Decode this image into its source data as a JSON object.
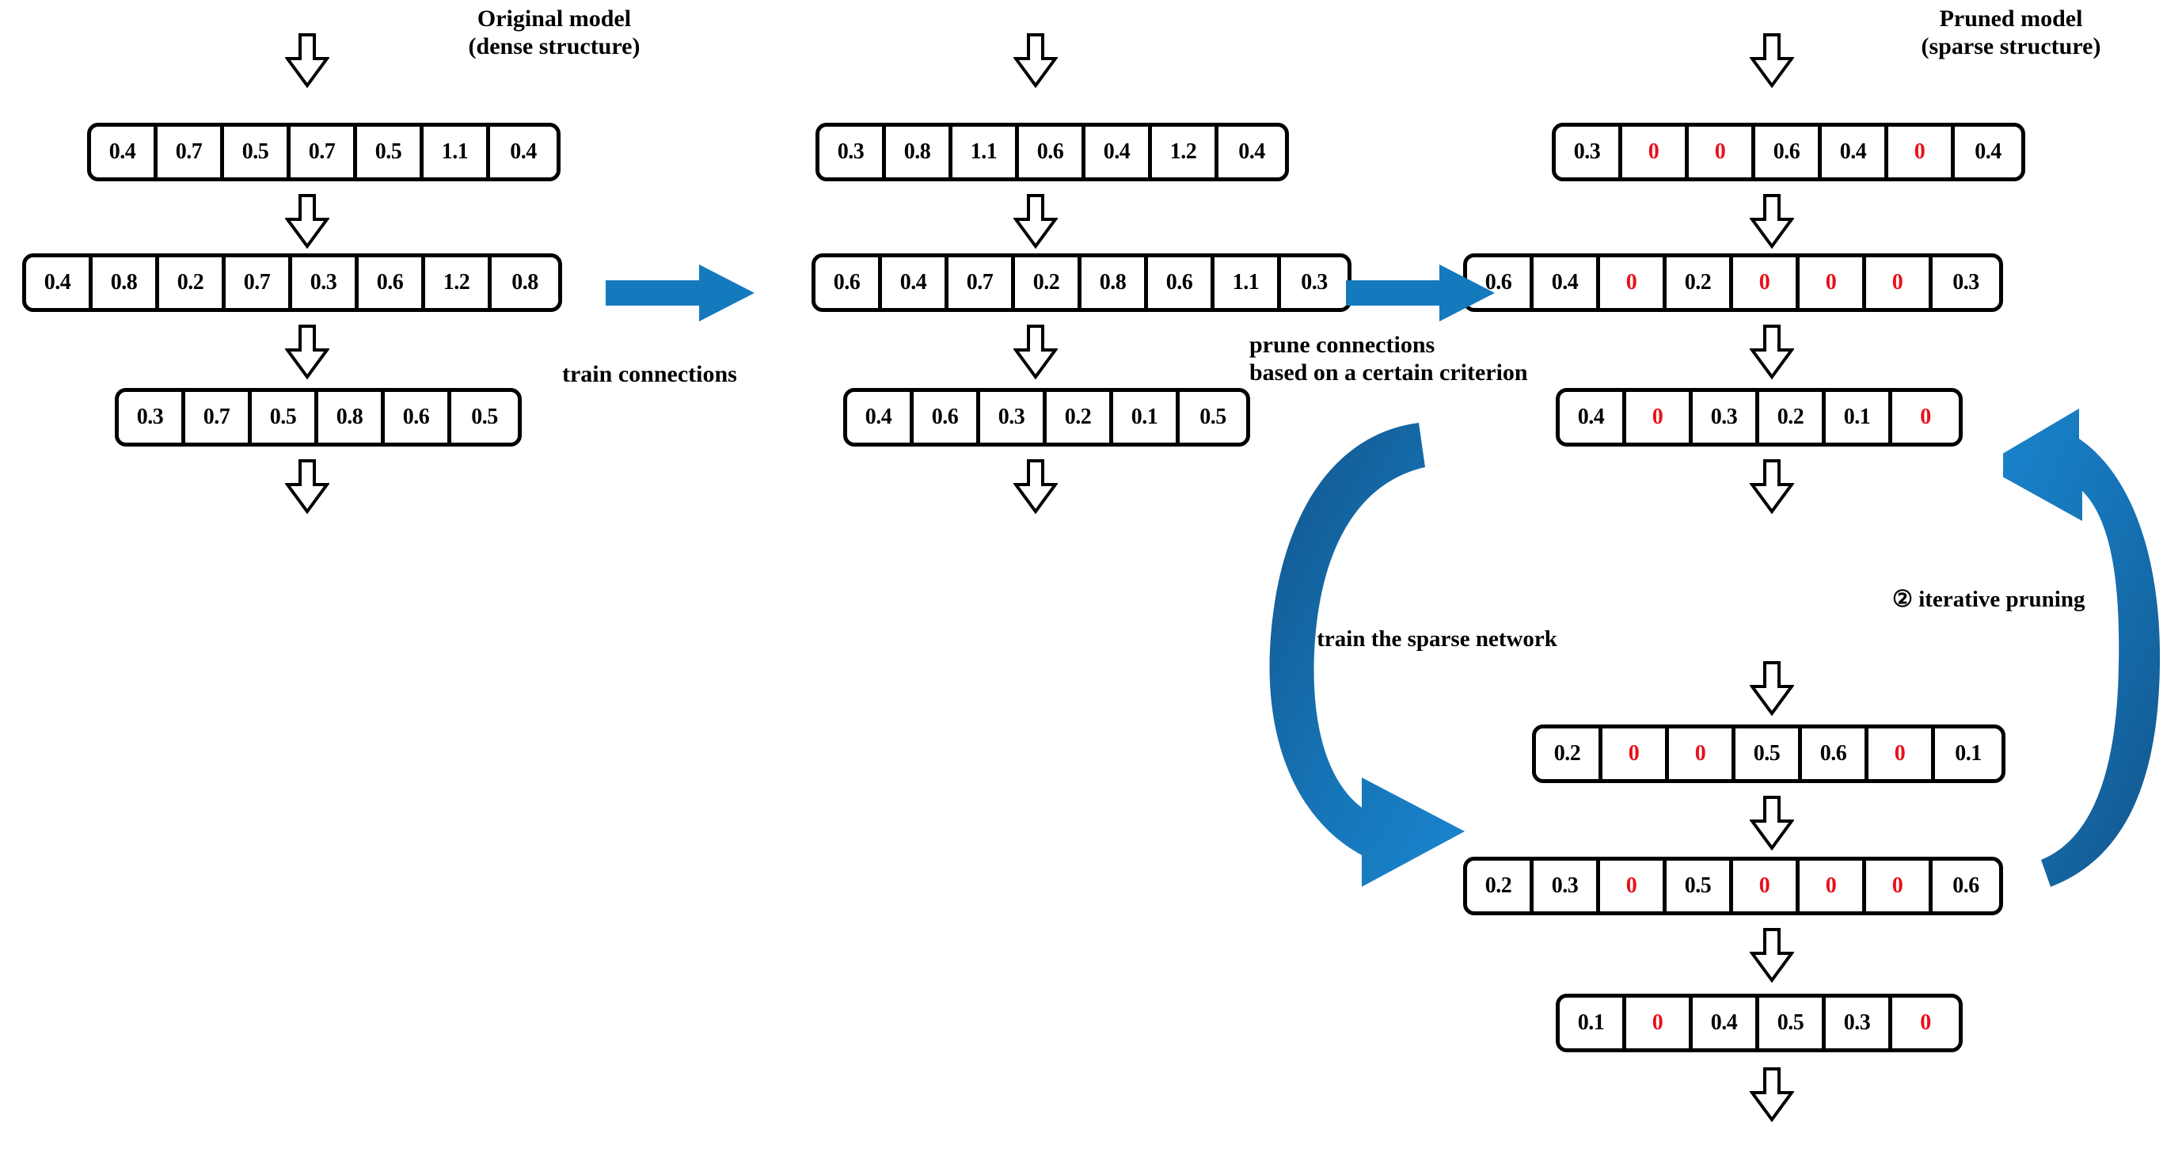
{
  "colors": {
    "zero_red": "#e8101b",
    "arrow_blue": "#1579bd",
    "curve_blue_dark": "#12578f",
    "outline_black": "#000000"
  },
  "labels": {
    "original_model": "Original  model\n(dense structure)",
    "pruned_model": "Pruned  model\n(sparse structure)",
    "train_connections": "train connections",
    "prune_connections": "prune connections\nbased on a certain criterion",
    "train_sparse_network": "① train the sparse network",
    "iterative_pruning": "② iterative pruning"
  },
  "icons": {
    "down_arrow": "down-block-arrow-icon",
    "right_arrow": "right-block-arrow-icon",
    "curved_arrow": "curved-block-arrow-icon"
  },
  "blocks": {
    "original": {
      "title": "Original  model\n(dense structure)",
      "layers": [
        {
          "name": "layer-1",
          "cells": [
            "0.4",
            "0.7",
            "0.5",
            "0.7",
            "0.5",
            "1.1",
            "0.4"
          ]
        },
        {
          "name": "layer-2",
          "cells": [
            "0.4",
            "0.8",
            "0.2",
            "0.7",
            "0.3",
            "0.6",
            "1.2",
            "0.8"
          ]
        },
        {
          "name": "layer-3",
          "cells": [
            "0.3",
            "0.7",
            "0.5",
            "0.8",
            "0.6",
            "0.5"
          ]
        }
      ]
    },
    "trained": {
      "title": "",
      "layers": [
        {
          "name": "layer-1",
          "cells": [
            "0.3",
            "0.8",
            "1.1",
            "0.6",
            "0.4",
            "1.2",
            "0.4"
          ]
        },
        {
          "name": "layer-2",
          "cells": [
            "0.6",
            "0.4",
            "0.7",
            "0.2",
            "0.8",
            "0.6",
            "1.1",
            "0.3"
          ]
        },
        {
          "name": "layer-3",
          "cells": [
            "0.4",
            "0.6",
            "0.3",
            "0.2",
            "0.1",
            "0.5"
          ]
        }
      ]
    },
    "pruned": {
      "title": "Pruned  model\n(sparse structure)",
      "layers": [
        {
          "name": "layer-1",
          "cells": [
            "0.3",
            "0",
            "0",
            "0.6",
            "0.4",
            "0",
            "0.4"
          ]
        },
        {
          "name": "layer-2",
          "cells": [
            "0.6",
            "0.4",
            "0",
            "0.2",
            "0",
            "0",
            "0",
            "0.3"
          ]
        },
        {
          "name": "layer-3",
          "cells": [
            "0.4",
            "0",
            "0.3",
            "0.2",
            "0.1",
            "0"
          ]
        }
      ]
    },
    "retrained": {
      "title": "",
      "layers": [
        {
          "name": "layer-1",
          "cells": [
            "0.2",
            "0",
            "0",
            "0.5",
            "0.6",
            "0",
            "0.1"
          ]
        },
        {
          "name": "layer-2",
          "cells": [
            "0.2",
            "0.3",
            "0",
            "0.5",
            "0",
            "0",
            "0",
            "0.6"
          ]
        },
        {
          "name": "layer-3",
          "cells": [
            "0.1",
            "0",
            "0.4",
            "0.5",
            "0.3",
            "0"
          ]
        }
      ]
    }
  }
}
